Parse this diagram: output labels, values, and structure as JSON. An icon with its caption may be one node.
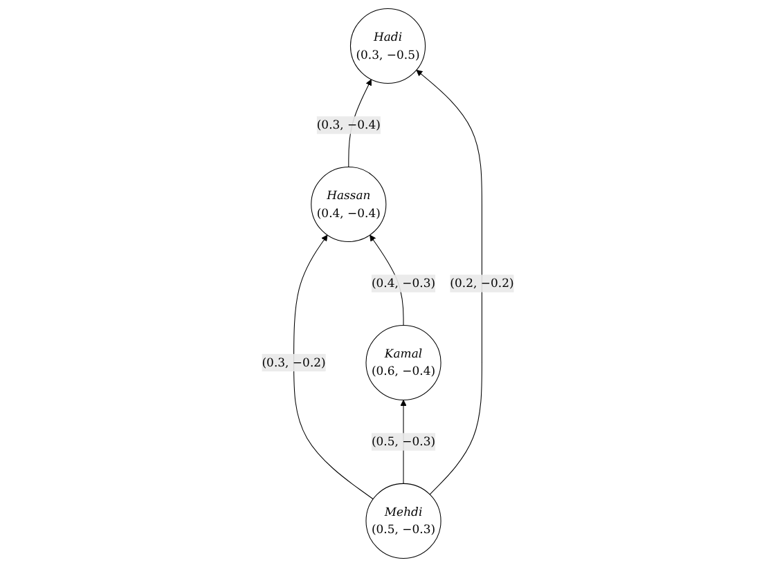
{
  "diagram": {
    "nodes": [
      {
        "text": [
          "Hadi",
          "(0.3, −0.5)"
        ]
      },
      {
        "text": [
          "Hassan",
          "(0.4, −0.4)"
        ]
      },
      {
        "text": [
          "Mehdi",
          "(0.5, −0.3)"
        ]
      },
      {
        "text": [
          "Kamal",
          "(0.6, −0.4)"
        ]
      }
    ],
    "edges": [
      {
        "from": 1,
        "to": 0,
        "arrow": "to",
        "label": "(0.3, −0.4)"
      },
      {
        "from": 2,
        "to": 0,
        "arrow": "to",
        "label": "(0.2, −0.2)"
      },
      {
        "from": 2,
        "to": 1,
        "arrow": "to",
        "label": "(0.3, −0.2)"
      },
      {
        "from": 3,
        "to": 1,
        "arrow": "to",
        "label": "(0.4, −0.3)"
      },
      {
        "from": 2,
        "to": 3,
        "arrow": "to",
        "label": "(0.5, −0.3)"
      }
    ]
  }
}
